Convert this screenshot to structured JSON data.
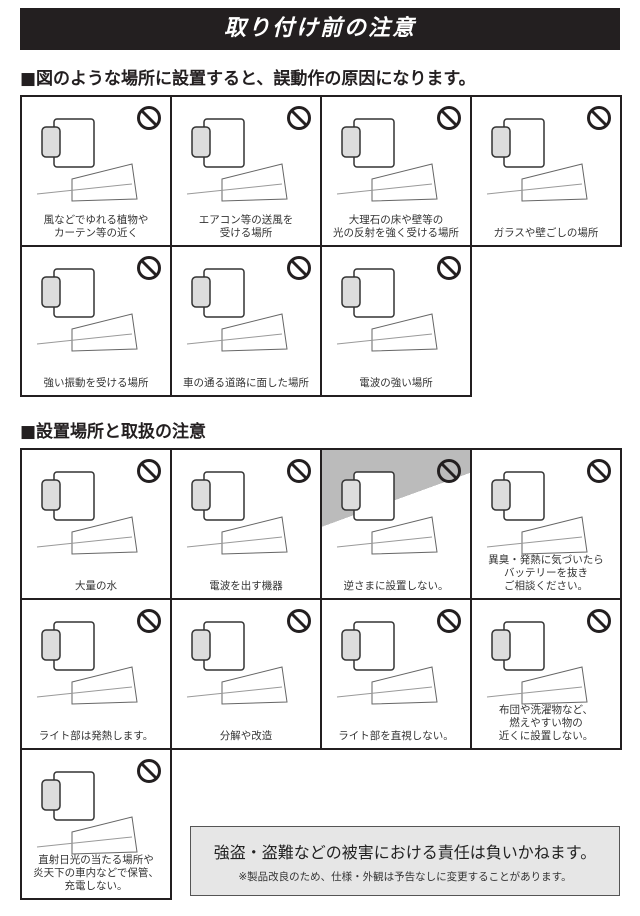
{
  "title": "取り付け前の注意",
  "section1": {
    "heading": "■図のような場所に設置すると、誤動作の原因になります。",
    "items": [
      {
        "lines": [
          "風などでゆれる植物や",
          "カーテン等の近く"
        ],
        "icon": "prohibited-icon"
      },
      {
        "lines": [
          "エアコン等の送風を",
          "受ける場所"
        ],
        "icon": "prohibited-icon"
      },
      {
        "lines": [
          "大理石の床や壁等の",
          "光の反射を強く受ける場所"
        ],
        "icon": "prohibited-icon"
      },
      {
        "lines": [
          "ガラスや壁ごしの場所"
        ],
        "icon": "prohibited-icon"
      },
      {
        "lines": [
          "強い振動を受ける場所"
        ],
        "icon": "prohibited-icon"
      },
      {
        "lines": [
          "車の通る道路に面した場所"
        ],
        "icon": "prohibited-icon"
      },
      {
        "lines": [
          "電波の強い場所"
        ],
        "icon": "prohibited-icon"
      }
    ]
  },
  "section2": {
    "heading": "■設置場所と取扱の注意",
    "items": [
      {
        "lines": [
          "大量の水"
        ],
        "icon": "prohibited-icon"
      },
      {
        "lines": [
          "電波を出す機器"
        ],
        "icon": "prohibited-icon"
      },
      {
        "lines": [
          "逆さまに設置しない。"
        ],
        "icon": "prohibited-icon"
      },
      {
        "lines": [
          "異臭・発熱に気づいたら",
          "バッテリーを抜き",
          "ご相談ください。"
        ],
        "icon": "prohibited-icon"
      },
      {
        "lines": [
          "ライト部は発熱します。"
        ],
        "icon": "prohibited-icon"
      },
      {
        "lines": [
          "分解や改造"
        ],
        "icon": "prohibited-icon"
      },
      {
        "lines": [
          "ライト部を直視しない。"
        ],
        "icon": "prohibited-icon"
      },
      {
        "lines": [
          "布団や洗濯物など、",
          "燃えやすい物の",
          "近くに設置しない。"
        ],
        "icon": "prohibited-icon"
      },
      {
        "lines": [
          "直射日光の当たる場所や",
          "炎天下の車内などで保管、",
          "充電しない。"
        ],
        "icon": "prohibited-icon"
      }
    ]
  },
  "note": {
    "main": "強盗・盗難などの被害における責任は負いかねます。",
    "sub": "※製品改良のため、仕様・外観は予告なしに変更することがあります。"
  }
}
